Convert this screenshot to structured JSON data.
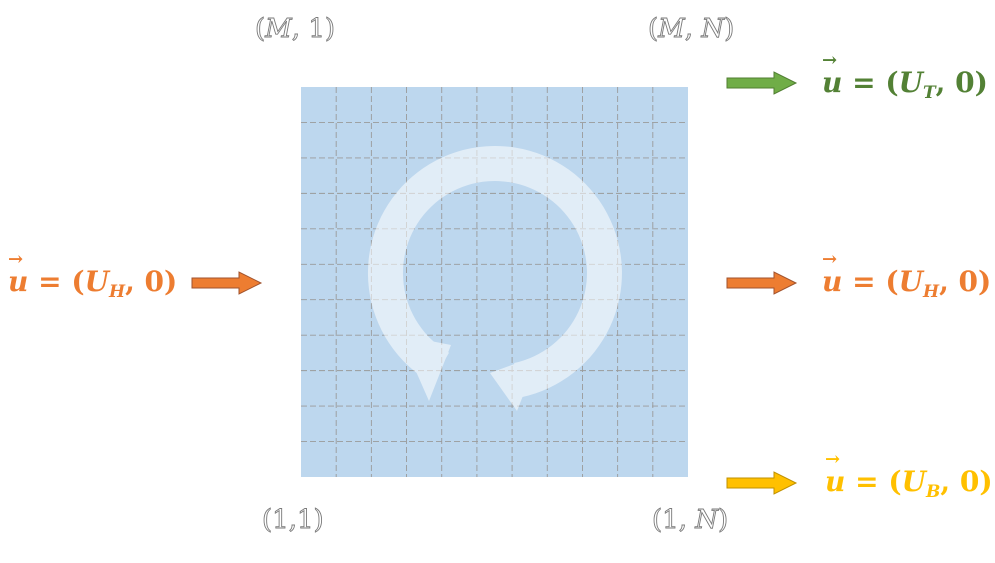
{
  "corners": {
    "top_left": {
      "open": "(",
      "row": "M",
      "sep": ", ",
      "col": "1",
      "close": ")"
    },
    "top_right": {
      "open": "(",
      "row": "M",
      "sep": ", ",
      "col": "N",
      "close": ")"
    },
    "bottom_left": {
      "open": "(",
      "row": "1",
      "sep": ",",
      "col": "1",
      "close": ")"
    },
    "bottom_right": {
      "open": "(",
      "row": "1",
      "sep": ", ",
      "col": "N",
      "close": ")"
    }
  },
  "velocities": {
    "inlet": {
      "vec": "u",
      "eq": " = (",
      "var": "U",
      "sub": "H",
      "tail": ", 0)",
      "color": "#ed7d31",
      "arrow_color": "#ed7d31"
    },
    "top": {
      "vec": "u",
      "eq": " = (",
      "var": "U",
      "sub": "T",
      "tail": ", 0)",
      "color": "#538135",
      "arrow_color": "#70ad47"
    },
    "middle": {
      "vec": "u",
      "eq": " = (",
      "var": "U",
      "sub": "H",
      "tail": ", 0)",
      "color": "#ed7d31",
      "arrow_color": "#ed7d31"
    },
    "bottom": {
      "vec": "u",
      "eq": " = (",
      "var": "U",
      "sub": "B",
      "tail": ", 0)",
      "color": "#ffc000",
      "arrow_color": "#ffc000"
    }
  },
  "grid": {
    "columns": 11,
    "rows": 11,
    "fill_color": "#bdd7ee",
    "line_color": "#9a9a9a"
  },
  "rotation_symbol": {
    "direction": "counterclockwise",
    "color": "#ffffff"
  }
}
